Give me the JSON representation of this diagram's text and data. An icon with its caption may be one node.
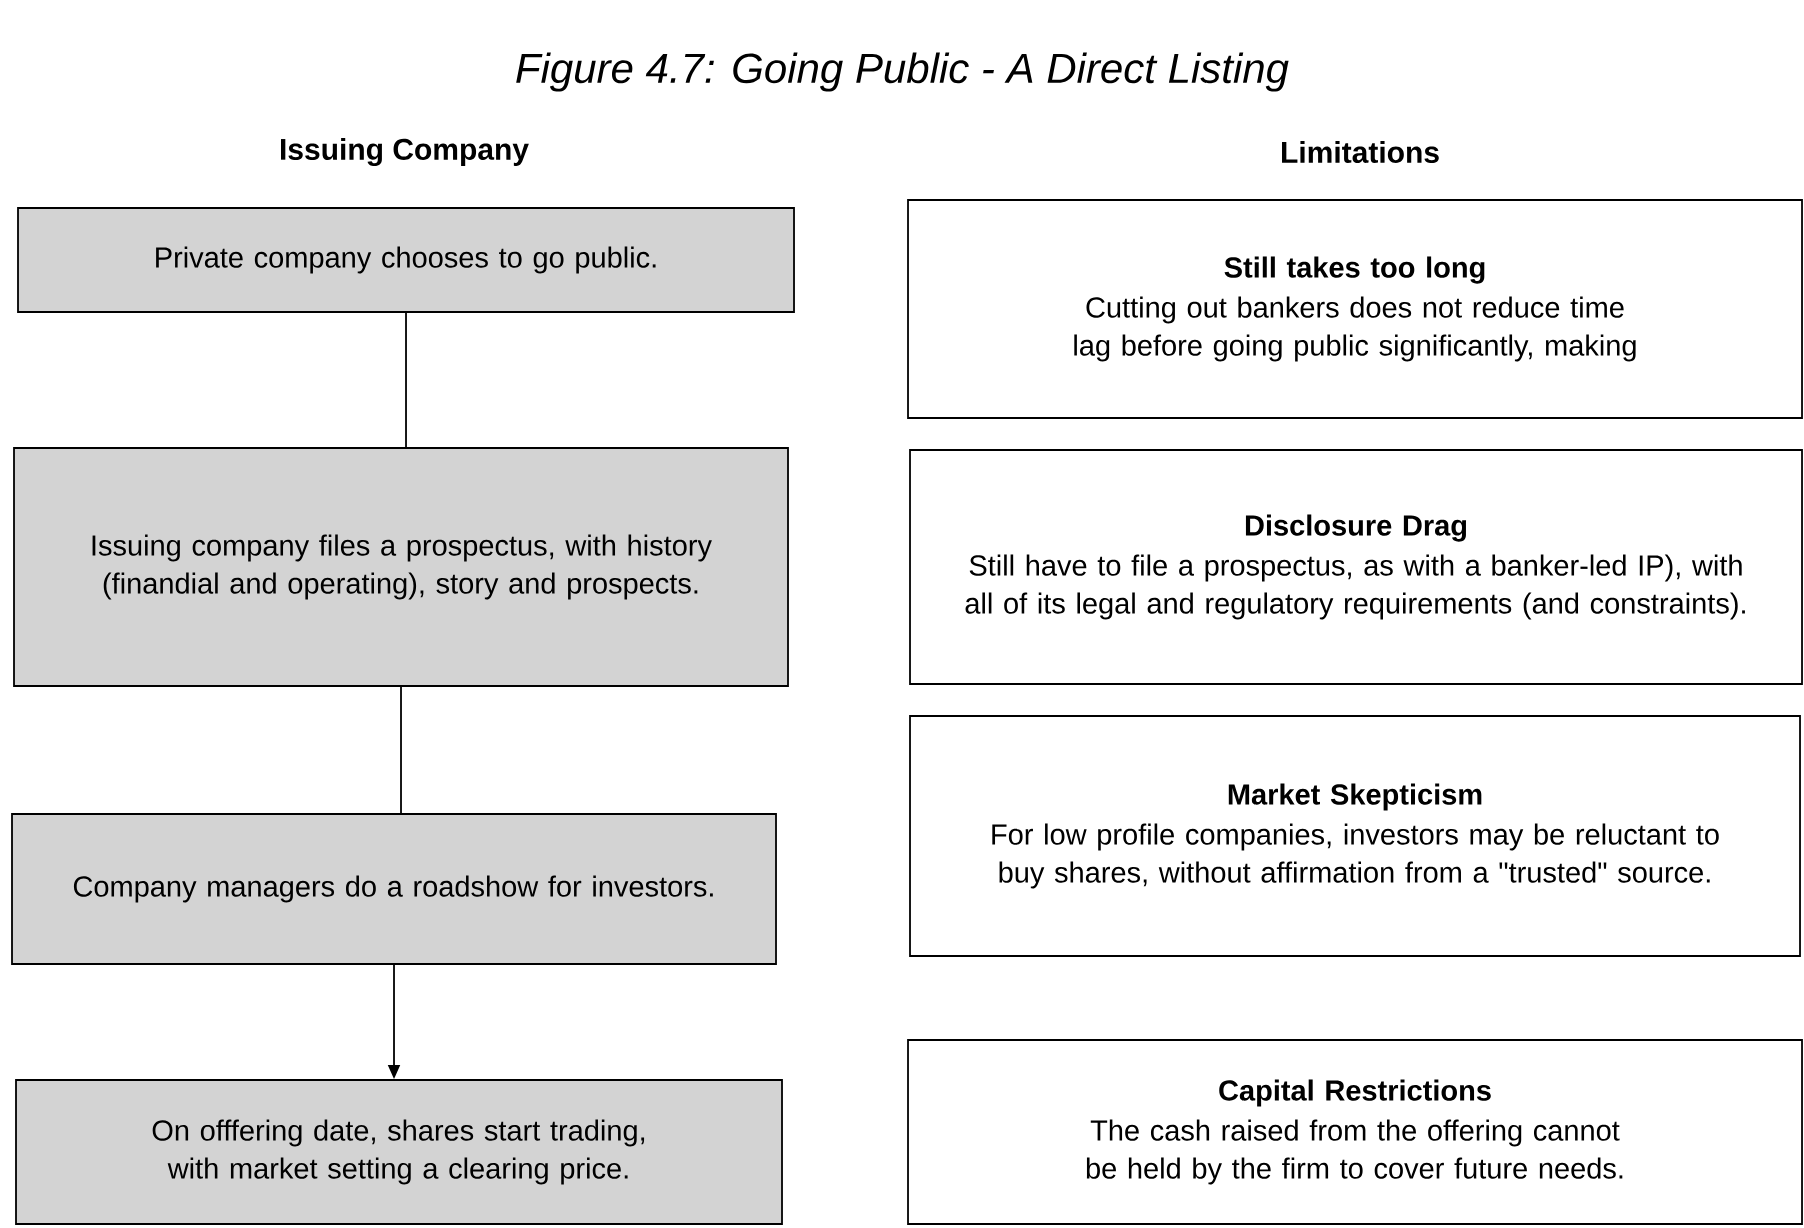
{
  "diagram": {
    "title": "Figure 4.7: Going Public - A Direct Listing",
    "nodes": [
      {
        "text": [
          "Private company chooses to go public."
        ]
      },
      {
        "text": [
          "Issuing company files a prospectus, with history (finandial and operating), story and prospects."
        ]
      },
      {
        "text": [
          "Company managers do a roadshow for investors."
        ]
      },
      {
        "text": [
          "On offfering date, shares start trading, with market setting a clearing price."
        ]
      },
      {
        "text": [
          "Still takes too long",
          "Cutting out bankers does not reduce time lag before going public significantly, making"
        ]
      },
      {
        "text": [
          "Disclosure Drag",
          "Still have to file a prospectus, as with a banker-led IP), with all of its legal and regulatory requirements (and constraints)."
        ]
      },
      {
        "text": [
          "Market Skepticism",
          "For low profile companies, investors may be reluctant to buy shares, without affirmation from a \"trusted\" source."
        ]
      },
      {
        "text": [
          "Capital Restrictions",
          "The cash raised from the offering cannot be held by the firm to cover future needs."
        ]
      }
    ],
    "edges": [
      {
        "from": 0,
        "to": 1,
        "arrow": "none"
      },
      {
        "from": 1,
        "to": 2,
        "arrow": "none"
      },
      {
        "from": 2,
        "to": 3,
        "arrow": "to"
      }
    ],
    "labels": [
      "Issuing Company",
      "Limitations"
    ]
  }
}
